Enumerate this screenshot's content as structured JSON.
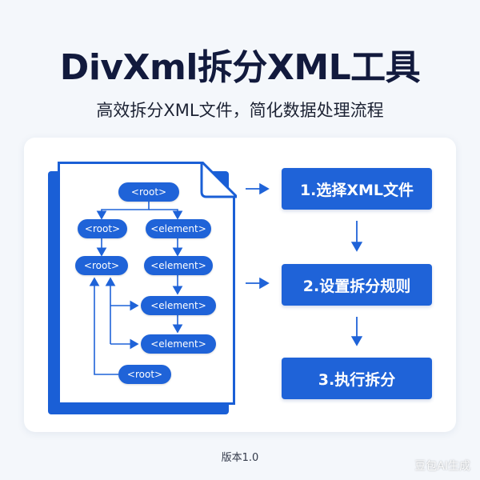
{
  "header": {
    "title": "DivXml拆分XML工具",
    "subtitle": "高效拆分XML文件，简化数据处理流程"
  },
  "tree": {
    "nodes": [
      "<root>",
      "<root>",
      "<element>",
      "<root>",
      "<element>",
      "<element>",
      "<element>",
      "<root>"
    ]
  },
  "steps": [
    "1.选择XML文件",
    "2.设置拆分规则",
    "3.执行拆分"
  ],
  "footer": {
    "version": "版本1.0",
    "watermark": "豆包AI生成"
  },
  "colors": {
    "accent": "#1f63d8",
    "title": "#121a3d",
    "background": "#f4f7fb"
  }
}
